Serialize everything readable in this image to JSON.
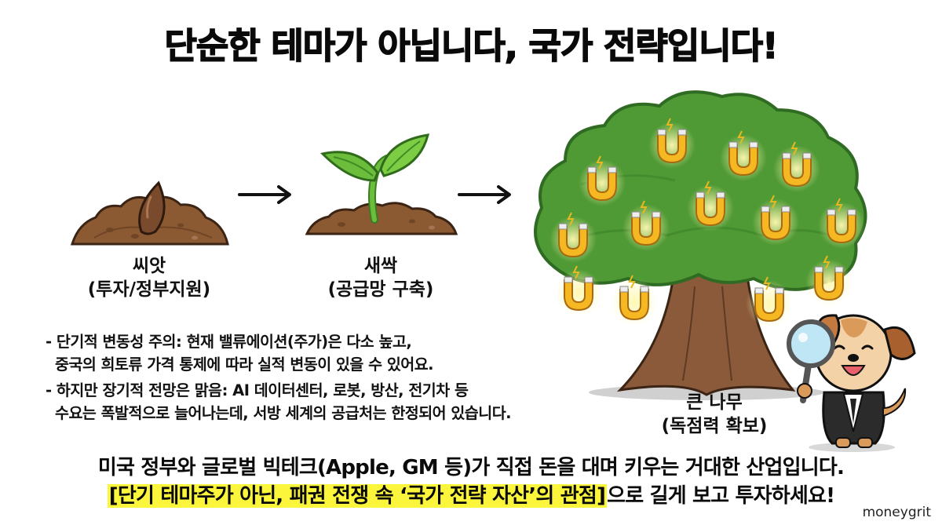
{
  "title": "단순한 테마가 아닙니다, 국가 전략입니다!",
  "stages": [
    {
      "name": "씨앗",
      "subtitle": "(투자/정부지원)",
      "icon": "seed-in-soil-icon"
    },
    {
      "name": "새싹",
      "subtitle": "(공급망 구축)",
      "icon": "sprout-icon"
    },
    {
      "name": "큰 나무",
      "subtitle": "(독점력 확보)",
      "icon": "magnet-tree-icon"
    }
  ],
  "arrows": [
    "→",
    "→"
  ],
  "bullets": [
    {
      "line1": "- 단기적 변동성 주의: 현재 밸류에이션(주가)은 다소 높고,",
      "line2": "중국의 희토류 가격 통제에 따라 실적 변동이 있을 수 있어요."
    },
    {
      "line1": "- 하지만 장기적 전망은 맑음: AI 데이터센터, 로봇, 방산, 전기차 등",
      "line2": "수요는 폭발적으로 늘어나는데, 서방 세계의 공급처는 한정되어 있습니다."
    }
  ],
  "bottom": {
    "line1": "미국 정부와 글로벌 빅테크(Apple, GM 등)가 직접 돈을 대며 키우는 거대한 산업입니다.",
    "highlight": "[단기 테마주가 아닌, 패권 전쟁 속 ‘국가 전략 자산’의 관점]",
    "line2_rest": "으로 길게 보고 투자하세요!"
  },
  "mascot": {
    "icon": "dog-detective-with-magnifier-icon"
  },
  "watermark": "moneygrit",
  "colors": {
    "highlight": "#fbf53c",
    "leaf": "#4f9a35",
    "leaf_dark": "#2f6b23",
    "trunk": "#8a5a3b",
    "magnet": "#f5b823",
    "soil": "#8b5a33"
  }
}
